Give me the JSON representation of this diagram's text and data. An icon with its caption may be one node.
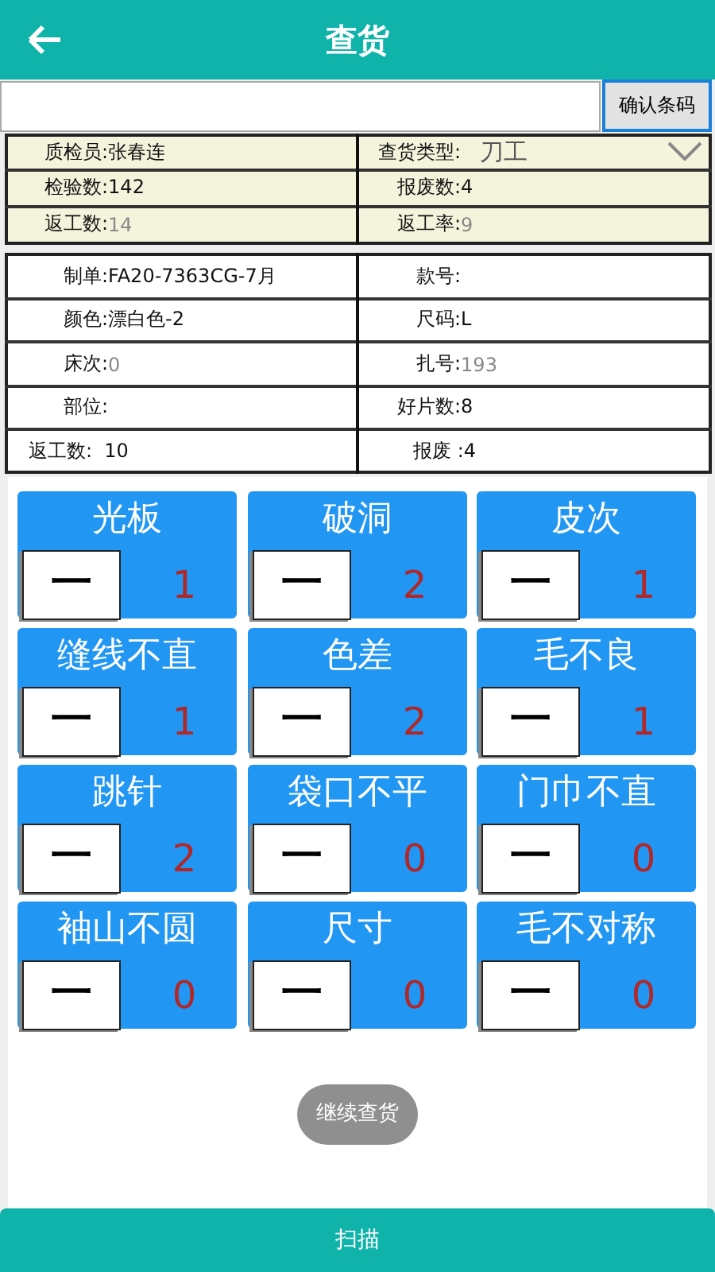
{
  "diagram": {
    "title": "查货",
    "nodes": [
      {
        "text": [
          "光板",
          "一",
          "1"
        ]
      },
      {
        "text": [
          "破洞",
          "一",
          "2"
        ]
      },
      {
        "text": [
          "皮次",
          "一",
          "1"
        ]
      },
      {
        "text": [
          "缝线不直",
          "一",
          "1"
        ]
      },
      {
        "text": [
          "色差",
          "一",
          "2"
        ]
      },
      {
        "text": [
          "毛不良",
          "一",
          "1"
        ]
      },
      {
        "text": [
          "跳针",
          "一",
          "2"
        ]
      },
      {
        "text": [
          "袋口不平",
          "一",
          "0"
        ]
      },
      {
        "text": [
          "门巾不直",
          "一",
          "0"
        ]
      },
      {
        "text": [
          "袖山不圆",
          "一",
          "0"
        ]
      },
      {
        "text": [
          "尺寸",
          "一",
          "0"
        ]
      },
      {
        "text": [
          "毛不对称",
          "一",
          "0"
        ]
      }
    ],
    "labels": [
      "确认条码",
      "质检员:张春连",
      "查货类型:",
      "刀工",
      "检验数:142",
      "报废数:4",
      "返工数:",
      "14",
      "返工率:",
      "9",
      "制单:FA20-7363CG-7月",
      "款号:",
      "颜色:漂白色-2",
      "尺码:L",
      "床次:",
      "0",
      "扎号:",
      "193",
      "部位:",
      "好片数:8",
      "返工数:  10",
      "报废 :4",
      "继续查货",
      "扫描"
    ]
  }
}
